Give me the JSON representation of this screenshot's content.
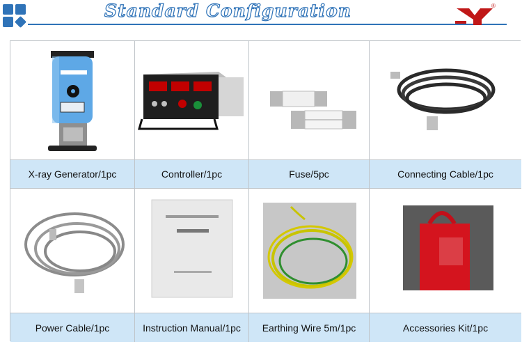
{
  "header": {
    "title": "Standard Configuration",
    "logo_icon": "grid-logo-icon",
    "brand_icon": "brand-mark-icon",
    "brand_registered": "®",
    "accent_color": "#2f73b8",
    "brand_color": "#c01818"
  },
  "items": [
    {
      "label": "X-ray Generator/1pc",
      "image": "xray-generator-image"
    },
    {
      "label": "Controller/1pc",
      "image": "controller-image"
    },
    {
      "label": "Fuse/5pc",
      "image": "fuse-image"
    },
    {
      "label": "Connecting Cable/1pc",
      "image": "connecting-cable-image"
    },
    {
      "label": "Power Cable/1pc",
      "image": "power-cable-image"
    },
    {
      "label": "Instruction Manual/1pc",
      "image": "instruction-manual-image"
    },
    {
      "label": "Earthing Wire 5m/1pc",
      "image": "earthing-wire-image"
    },
    {
      "label": "Accessories Kit/1pc",
      "image": "accessories-kit-image"
    }
  ]
}
